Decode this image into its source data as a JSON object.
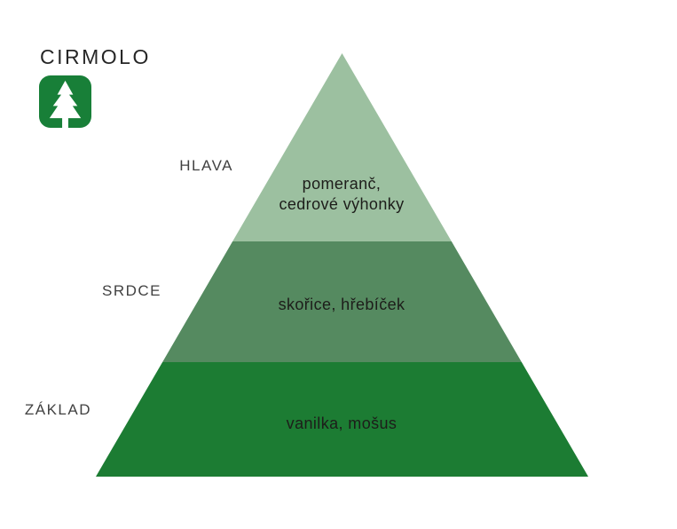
{
  "brand": {
    "name": "CIRMOLO",
    "logo_icon": "pine-tree-icon"
  },
  "colors": {
    "logo_green": "#187f38",
    "top_layer": "#9cc0a0",
    "middle_layer": "#558a60",
    "bottom_layer": "#1c7c33",
    "label_text": "#414141",
    "note_text": "#1d1d1a"
  },
  "pyramid": {
    "layers": [
      {
        "label": "HLAVA",
        "notes": "pomeranč,\ncedrové výhonky",
        "color": "#9cc0a0"
      },
      {
        "label": "SRDCE",
        "notes": "skořice, hřebíček",
        "color": "#558a60"
      },
      {
        "label": "ZÁKLAD",
        "notes": "vanilka, mošus",
        "color": "#1c7c33"
      }
    ]
  }
}
